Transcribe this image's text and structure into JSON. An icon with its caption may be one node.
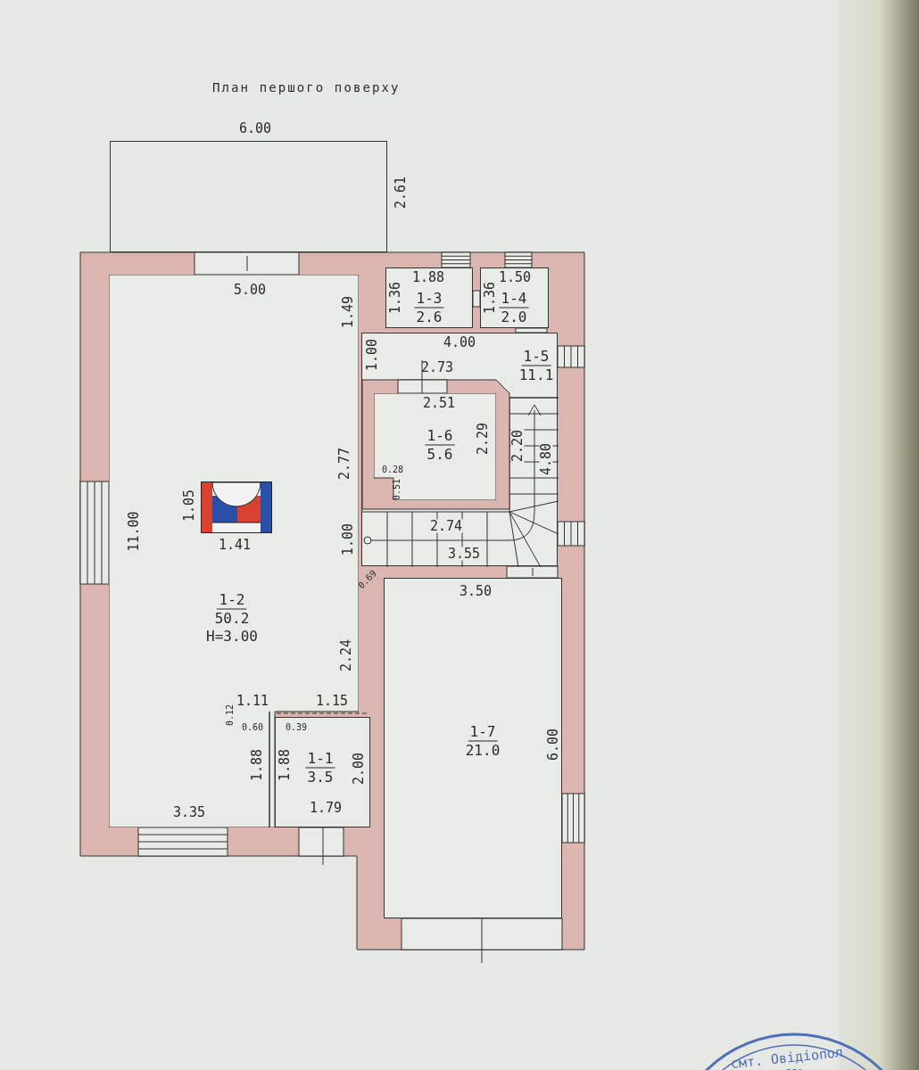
{
  "diagram": {
    "title": "План першого поверху",
    "nodes": [
      {
        "text": [],
        "shape": "box",
        "beside": [
          "6.00",
          "2.61"
        ]
      },
      {
        "text": [
          "1-3",
          "2.6"
        ]
      },
      {
        "text": [
          "1-4",
          "2.0"
        ]
      },
      {
        "text": [
          "1-5",
          "11.1"
        ]
      },
      {
        "text": [
          "1-6",
          "5.6"
        ],
        "in": 3
      },
      {
        "text": [
          "1-2",
          "50.2",
          "H=3.00"
        ]
      },
      {
        "text": [
          "1-1",
          "3.5"
        ]
      },
      {
        "text": [
          "1-7",
          "21.0"
        ]
      }
    ],
    "labels": [
      "5.00",
      "1.88",
      "1.36",
      "1.36",
      "1.50",
      "1.49",
      "4.00",
      "1.00",
      "2.73",
      "2.51",
      "2.29",
      "2.77",
      "2.20",
      "4.80",
      "0.28",
      "0.51",
      "1.05",
      "2.74",
      "11.00",
      "1.00",
      "1.41",
      "3.55",
      "0.69",
      "3.50",
      "2.24",
      "1.11",
      "1.15",
      "0.12",
      "0.60",
      "0.39",
      "1.88",
      "1.88",
      "2.00",
      "6.00",
      "3.35",
      "1.79",
      "смт. Овідіопол"
    ]
  }
}
